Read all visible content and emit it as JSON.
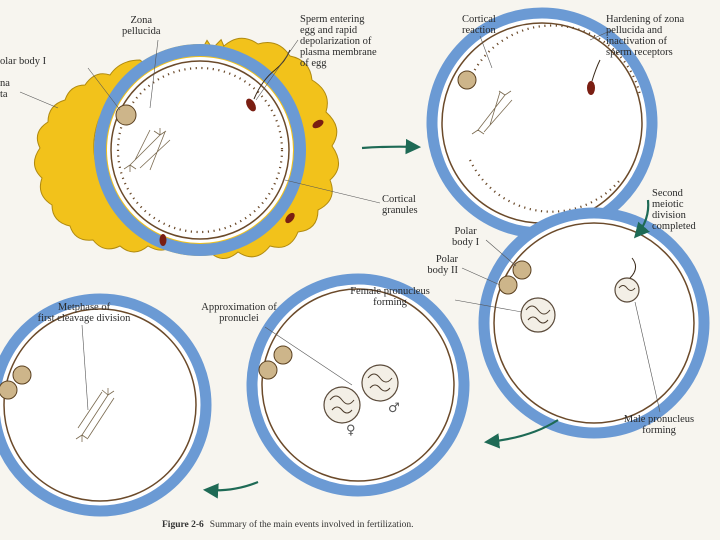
{
  "labels": {
    "zona_pellucida": "Zona\npellucida",
    "sperm_entering": "Sperm entering\negg and rapid\ndepolarization of\nplasma membrane\nof egg",
    "cortical_reaction": "Cortical\nreaction",
    "hardening": "Hardening of zona\npellucida and\ninactivation of\nsperm receptors",
    "polar_body_1_top": "olar body I",
    "corona_fragment": "na\nta",
    "cortical_granules": "Cortical\ngranules",
    "second_meiotic": "Second\nmeiotic\ndivision\ncompleted",
    "polar_body_1": "Polar\nbody I",
    "polar_body_2": "Polar\nbody II",
    "female_pronucleus": "Female pronucleus\nforming",
    "metaphase": "Metphase of\nfirst cleavage division",
    "approximation": "Approximation of\npronuclei",
    "male_pronucleus": "Male pronucleus\nforming"
  },
  "symbols": {
    "male": "♂",
    "female": "♀"
  },
  "caption": {
    "figure": "Figure 2-6",
    "text": "Summary of the main events involved in fertilization."
  },
  "colors": {
    "zona": "#6b9ad4",
    "corona": "#f2c21b",
    "membrane": "#6b4a2a",
    "arrow": "#1e6a55",
    "sperm": "#7a1e12"
  }
}
